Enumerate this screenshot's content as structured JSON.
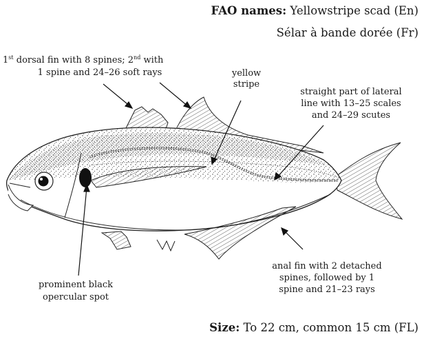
{
  "header": {
    "fao_label": "FAO names:",
    "name_en": "Yellowstripe scad (En)",
    "name_fr": "Sélar à bande dorée (Fr)"
  },
  "labels": {
    "dorsal_line1_a": "1",
    "dorsal_line1_sup1": "st",
    "dorsal_line1_b": " dorsal fin with 8 spines; 2",
    "dorsal_line1_sup2": "nd",
    "dorsal_line1_c": " with",
    "dorsal_line2": "1 spine and 24–26 soft rays",
    "stripe_line1": "yellow",
    "stripe_line2": "stripe",
    "lateral_line1": "straight part of lateral",
    "lateral_line2": "line with 13–25 scales",
    "lateral_line3": "and 24–29 scutes",
    "spot_line1": "prominent black",
    "spot_line2": "opercular spot",
    "anal_line1": "anal fin with 2 detached",
    "anal_line2": "spines, followed by 1",
    "anal_line3": "spine and 21–23 rays"
  },
  "footer": {
    "size_label": "Size:",
    "size_text": "To 22 cm, common 15 cm (FL)"
  }
}
